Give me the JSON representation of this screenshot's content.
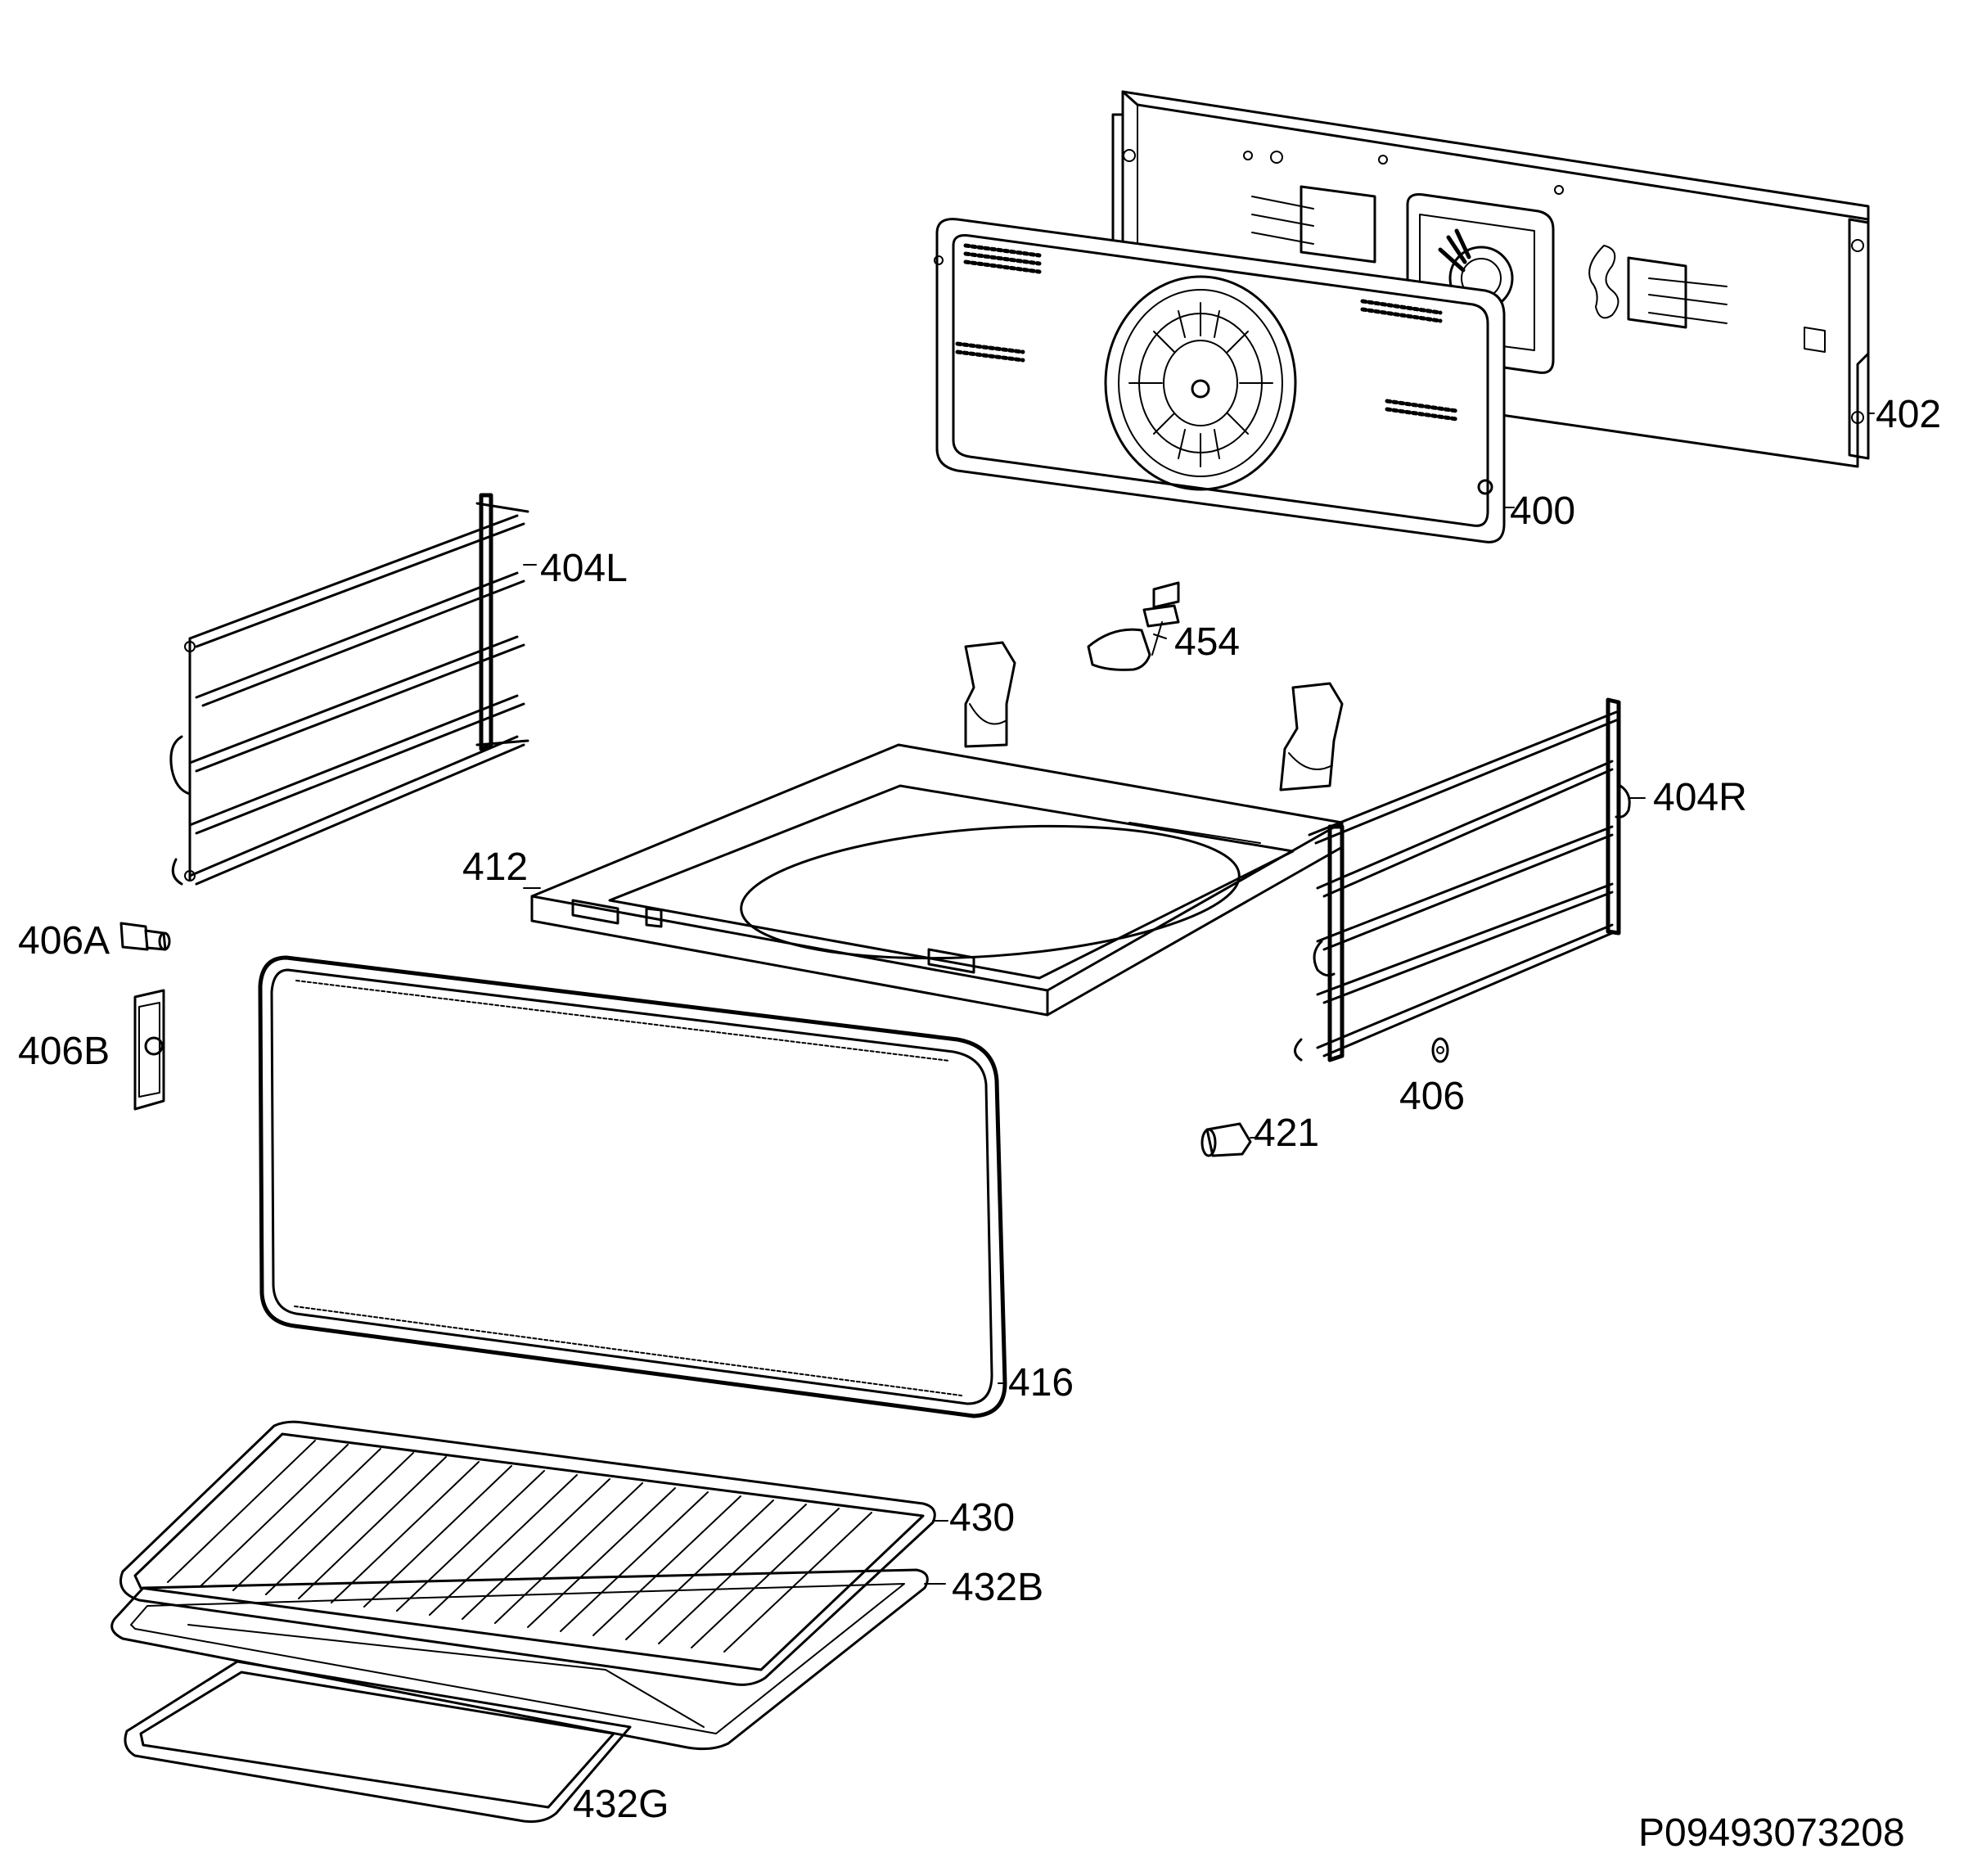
{
  "diagram": {
    "drawing_code": "P09493073208",
    "parts": [
      {
        "id": "p400",
        "label": "400"
      },
      {
        "id": "p402",
        "label": "402"
      },
      {
        "id": "p404L",
        "label": "404L"
      },
      {
        "id": "p404R",
        "label": "404R"
      },
      {
        "id": "p406",
        "label": "406"
      },
      {
        "id": "p406A",
        "label": "406A"
      },
      {
        "id": "p406B",
        "label": "406B"
      },
      {
        "id": "p412",
        "label": "412"
      },
      {
        "id": "p416",
        "label": "416"
      },
      {
        "id": "p421",
        "label": "421"
      },
      {
        "id": "p430",
        "label": "430"
      },
      {
        "id": "p432B",
        "label": "432B"
      },
      {
        "id": "p432G",
        "label": "432G"
      },
      {
        "id": "p454",
        "label": "454"
      }
    ]
  }
}
